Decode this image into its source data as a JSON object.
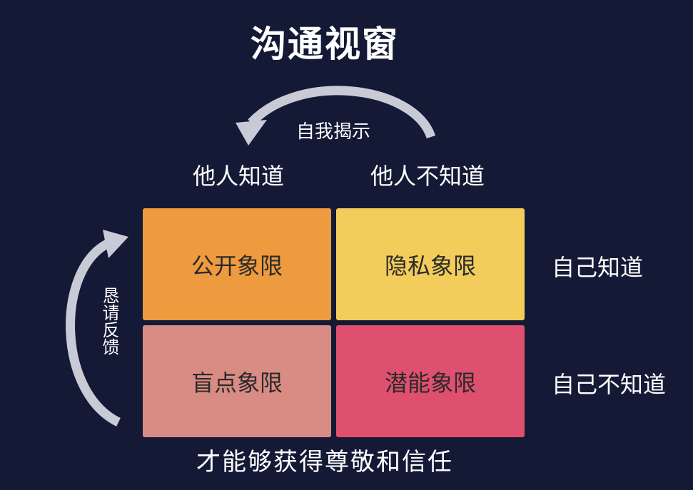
{
  "title": "沟通视窗",
  "top_arrow_label": "自我揭示",
  "side_arrow_label": "恳请反馈",
  "columns": [
    "他人知道",
    "他人不知道"
  ],
  "rows": [
    "自己知道",
    "自己不知道"
  ],
  "quadrants": {
    "open": "公开象限",
    "hidden": "隐私象限",
    "blind": "盲点象限",
    "unknown": "潜能象限"
  },
  "footer": "才能够获得尊敬和信任",
  "colors": {
    "background": "#141a36",
    "open": "#ee9a3e",
    "hidden": "#f2cd5c",
    "blind": "#d98c84",
    "unknown": "#df5070",
    "arrow": "#c8cad6"
  }
}
